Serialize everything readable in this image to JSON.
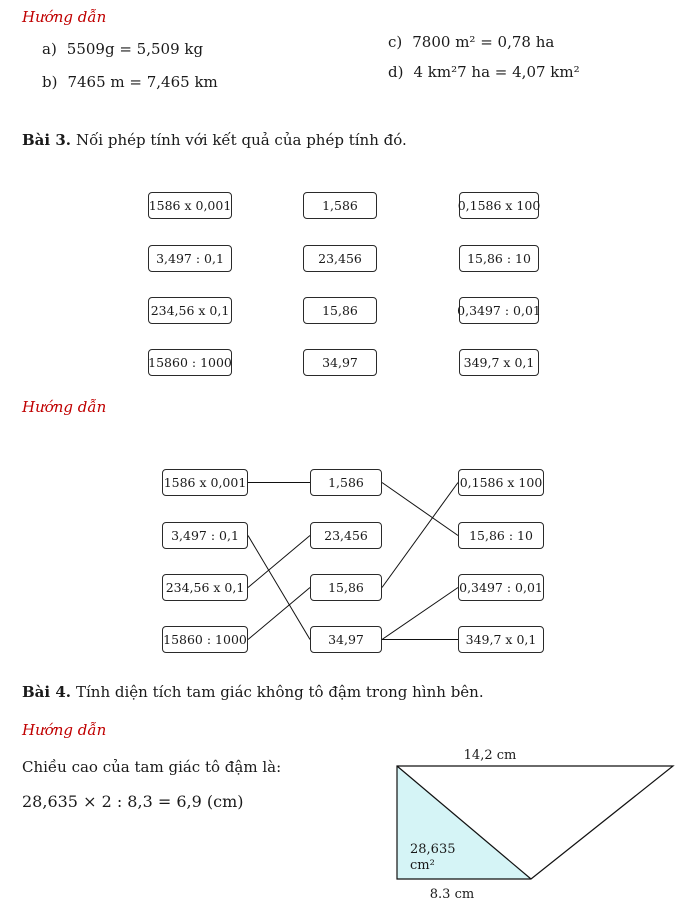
{
  "colors": {
    "heading_red": "#c00000",
    "text": "#1a1a1a",
    "triangle_fill": "#d5f4f6"
  },
  "section1": {
    "heading": "Hướng dẫn",
    "items": [
      {
        "label": "a)",
        "text": "5509g = 5,509 kg"
      },
      {
        "label": "b)",
        "text": "7465 m = 7,465 km"
      },
      {
        "label": "c)",
        "text": "7800 m² = 0,78 ha"
      },
      {
        "label": "d)",
        "text": "4 km²7 ha = 4,07 km²"
      }
    ]
  },
  "bai3": {
    "label": "Bài 3.",
    "title": "Nối phép tính với kết quả của phép tính đó.",
    "heading_answer": "Hướng dẫn",
    "boxes": {
      "left": [
        "1586 x 0,001",
        "3,497 : 0,1",
        "234,56 x 0,1",
        "15860 : 1000"
      ],
      "middle": [
        "1,586",
        "23,456",
        "15,86",
        "34,97"
      ],
      "right": [
        "0,1586 x 100",
        "15,86 : 10",
        "0,3497 : 0,01",
        "349,7 x 0,1"
      ]
    },
    "connections": [
      {
        "from": "l0",
        "to": "m0"
      },
      {
        "from": "l1",
        "to": "m3"
      },
      {
        "from": "l2",
        "to": "m1"
      },
      {
        "from": "l3",
        "to": "m2"
      },
      {
        "from": "m0",
        "to": "r1"
      },
      {
        "from": "m2",
        "to": "r0"
      },
      {
        "from": "m3",
        "to": "r2"
      },
      {
        "from": "m3",
        "to": "r3"
      }
    ]
  },
  "bai4": {
    "label": "Bài 4.",
    "title": "Tính diện tích tam giác không tô đậm trong hình bên.",
    "heading": "Hướng dẫn",
    "line1": "Chiều cao của tam giác tô đậm là:",
    "formula": "28,635 × 2 : 8,3 = 6,9 (cm)",
    "figure": {
      "top_label": "14,2 cm",
      "area_label_line1": "28,635",
      "area_label_line2": "cm²",
      "bottom_label": "8.3 cm"
    }
  }
}
